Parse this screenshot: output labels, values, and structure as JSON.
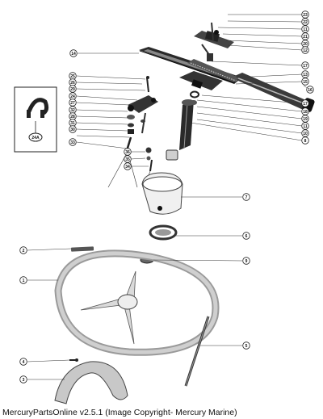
{
  "caption": "MercuryPartsOnline v2.5.1 (Image Copyright- Mercury Marine)",
  "inset": {
    "label": "24A"
  },
  "callouts": {
    "c14": "14",
    "r23": "23",
    "r22": "22",
    "r11a": "11",
    "r21": "21",
    "r20": "20",
    "r12": "12",
    "r17": "17",
    "r13": "13",
    "r15": "15",
    "r16": "16",
    "r17b": "17",
    "r18": "18",
    "r19": "19",
    "r11b": "11",
    "r10": "10",
    "r8": "8",
    "l25": "25",
    "l26": "26",
    "l29": "29",
    "l24": "24",
    "l27": "27",
    "l32": "32",
    "l28": "28",
    "l31": "31",
    "l30": "30",
    "l33": "33",
    "m36": "36",
    "m35": "35",
    "m34": "34",
    "r7": "7",
    "r6": "6",
    "r9": "9",
    "l2": "2",
    "l1": "1",
    "r5": "5",
    "l4": "4",
    "l3": "3"
  }
}
